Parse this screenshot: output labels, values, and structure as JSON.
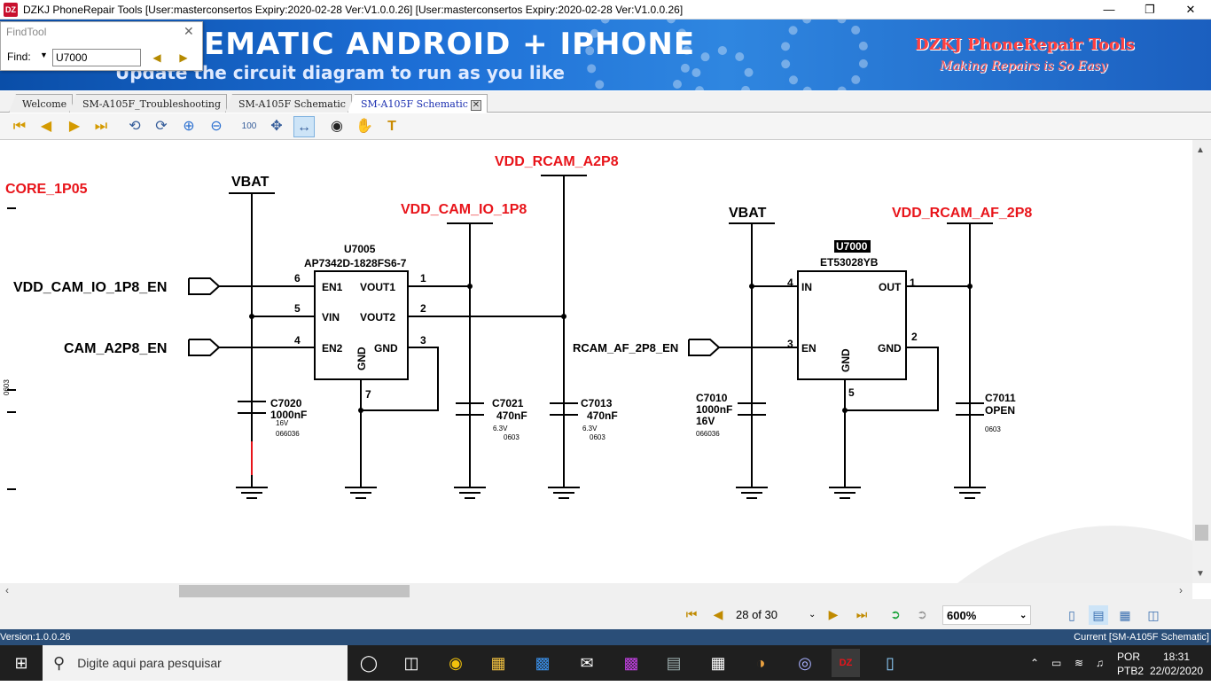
{
  "window": {
    "title": "DZKJ PhoneRepair Tools  [User:masterconsertos  Expiry:2020-02-28 Ver:V1.0.0.26]  [User:masterconsertos  Expiry:2020-02-28 Ver:V1.0.0.26]",
    "app_icon_text": "DZ"
  },
  "banner": {
    "headline": "EMATIC ANDROID + IPHONE",
    "subline": "Update the circuit diagram to run as you like",
    "brand": "DZKJ PhoneRepair Tools",
    "tagline": "Making Repairs is So Easy"
  },
  "findtool": {
    "title": "FindTool",
    "label": "Find:",
    "value": "U7000"
  },
  "tabs": [
    {
      "label": "Welcome"
    },
    {
      "label": "SM-A105F_Troubleshooting"
    },
    {
      "label": "SM-A105F Schematic"
    },
    {
      "label": "SM-A105F Schematic",
      "active": true
    }
  ],
  "schematic": {
    "left_nets": {
      "core": "CORE_1P05",
      "cam_io_en": "VDD_CAM_IO_1P8_EN",
      "a2p8_en": "CAM_A2P8_EN",
      "af_en": "RCAM_AF_2P8_EN",
      "side_label": "0603"
    },
    "power_nets": {
      "vbat1": "VBAT",
      "vbat2": "VBAT",
      "cam_io": "VDD_CAM_IO_1P8",
      "rcam_a2p8": "VDD_RCAM_A2P8",
      "rcam_af": "VDD_RCAM_AF_2P8"
    },
    "u7005": {
      "ref": "U7005",
      "part": "AP7342D-1828FS6-7",
      "pins": {
        "en1": "EN1",
        "vin": "VIN",
        "en2": "EN2",
        "vout1": "VOUT1",
        "vout2": "VOUT2",
        "gnd_r": "GND",
        "gnd_b": "GND"
      },
      "pin_numbers": {
        "p6": "6",
        "p5": "5",
        "p4": "4",
        "p1": "1",
        "p2": "2",
        "p3": "3",
        "p7": "7"
      }
    },
    "u7000": {
      "ref": "U7000",
      "part": "ET53028YB",
      "pins": {
        "in": "IN",
        "en": "EN",
        "out": "OUT",
        "gnd_r": "GND",
        "gnd_b": "GND"
      },
      "pin_numbers": {
        "p4": "4",
        "p3": "3",
        "p1": "1",
        "p2": "2",
        "p5": "5"
      }
    },
    "caps": {
      "c7020": {
        "ref": "C7020",
        "value": "1000nF",
        "voltage": "16V",
        "size": "066036"
      },
      "c7021": {
        "ref": "C7021",
        "value": "470nF",
        "voltage": "6.3V",
        "size": "0603"
      },
      "c7013": {
        "ref": "C7013",
        "value": "470nF",
        "voltage": "6.3V",
        "size": "0603"
      },
      "c7010": {
        "ref": "C7010",
        "value": "1000nF",
        "voltage": "16V",
        "size": "066036"
      },
      "c7011": {
        "ref": "C7011",
        "value": "OPEN",
        "size": "0603"
      }
    }
  },
  "navigation": {
    "page": "28 of 30",
    "zoom": "600%"
  },
  "status": {
    "version": "Version:1.0.0.26",
    "current": "Current [SM-A105F Schematic]"
  },
  "taskbar": {
    "search_placeholder": "Digite aqui para pesquisar",
    "lang_top": "POR",
    "lang_bottom": "PTB2",
    "time": "18:31",
    "date": "22/02/2020"
  },
  "colors": {
    "net_red": "#e8141a",
    "banner_blue": "#1d6fd6",
    "status_bar": "#2a4e78",
    "taskbar": "#1f1f1f"
  }
}
